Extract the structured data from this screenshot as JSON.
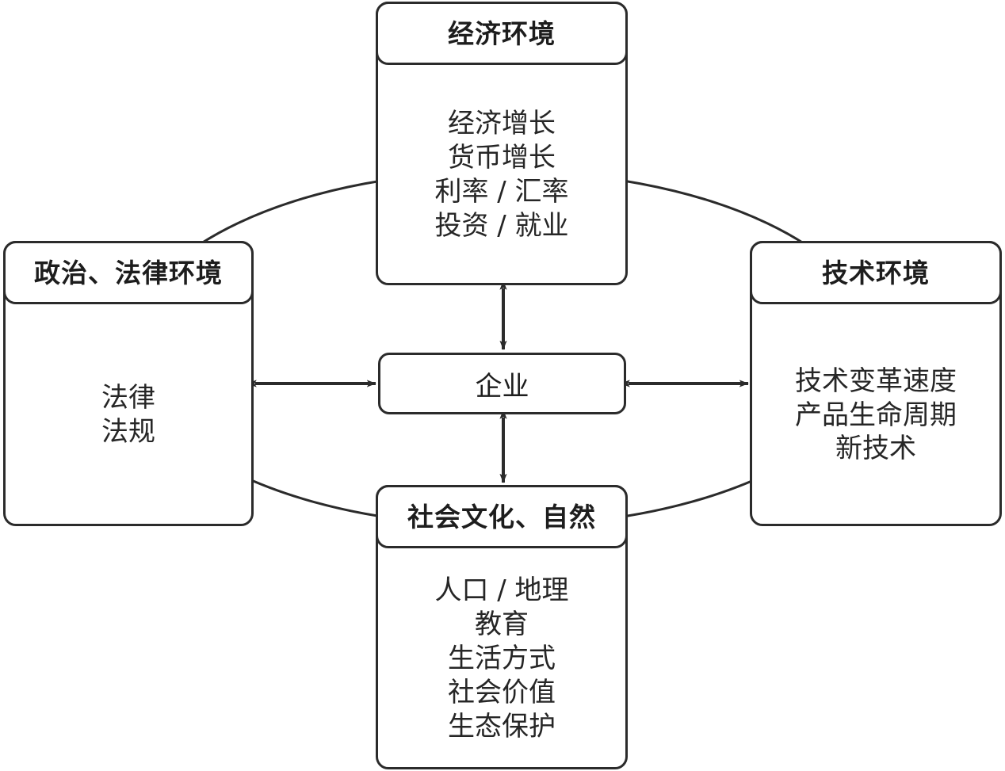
{
  "diagram": {
    "title_center": "企业",
    "nodes": [
      {
        "id": "economic",
        "header": "经济环境",
        "lines": [
          "经济增长",
          "货币增长",
          "利率 / 汇率",
          "投资 / 就业"
        ]
      },
      {
        "id": "political",
        "header": "政治、法律环境",
        "lines": [
          "法律",
          "法规"
        ]
      },
      {
        "id": "technology",
        "header": "技术环境",
        "lines": [
          "技术变革速度",
          "产品生命周期",
          "新技术"
        ]
      },
      {
        "id": "social",
        "header": "社会文化、自然",
        "lines": [
          "人口 / 地理",
          "教育",
          "生活方式",
          "社会价值",
          "生态保护"
        ]
      }
    ],
    "connectors": [
      {
        "name": "economic-to-enterprise",
        "type": "double-arrow",
        "orientation": "vertical"
      },
      {
        "name": "social-to-enterprise",
        "type": "double-arrow",
        "orientation": "vertical"
      },
      {
        "name": "political-to-enterprise",
        "type": "double-arrow",
        "orientation": "horizontal"
      },
      {
        "name": "technology-to-enterprise",
        "type": "double-arrow",
        "orientation": "horizontal"
      }
    ],
    "surrounding_ellipse": {
      "name": "environment-ellipse",
      "stroke": "#2b2b2b"
    },
    "colors": {
      "stroke": "#2b2b2b",
      "text": "#1d1d1d",
      "body_text": "#262626",
      "background": "#ffffff"
    }
  }
}
